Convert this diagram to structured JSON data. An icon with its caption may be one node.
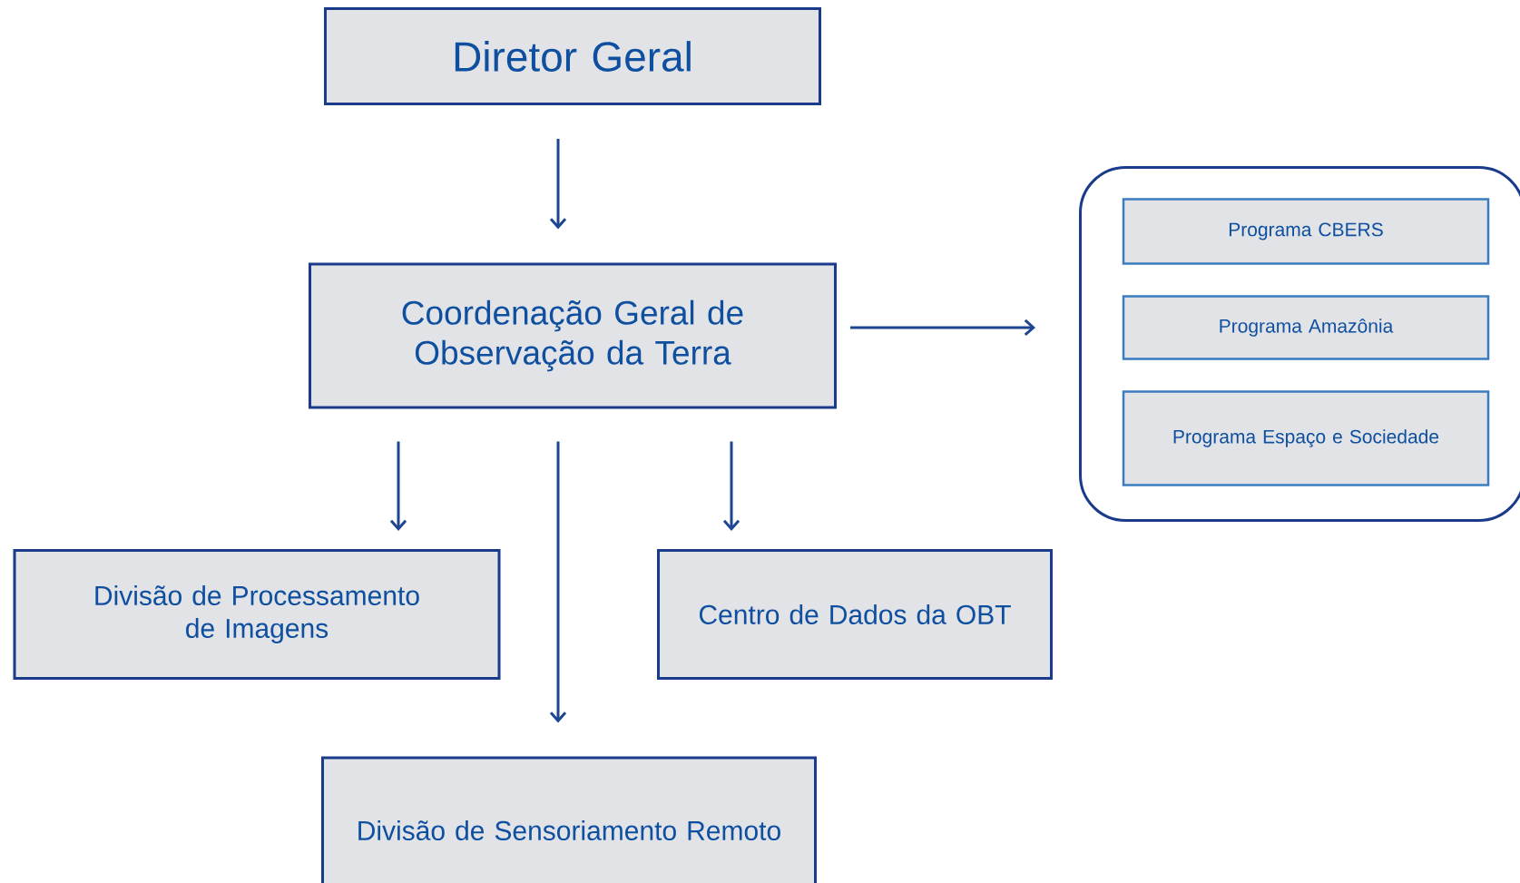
{
  "diagram": {
    "nodes": [
      {
        "text": [
          "Diretor Geral"
        ]
      },
      {
        "text": [
          "Coordenação Geral de Observação da Terra"
        ]
      },
      {
        "text": [
          "Divisão de Processamento de Imagens"
        ]
      },
      {
        "text": [
          "Centro de Dados da OBT"
        ]
      },
      {
        "text": [
          "Divisão de Sensoriamento Remoto"
        ]
      },
      {
        "text": [],
        "shape": "box"
      },
      {
        "text": [
          "Programa CBERS"
        ],
        "in": 5
      },
      {
        "text": [
          "Programa Amazônia"
        ],
        "in": 5
      },
      {
        "text": [
          "Programa Espaço e Sociedade"
        ],
        "in": 5
      }
    ],
    "edges": [
      {
        "from": 0,
        "to": 1,
        "arrow": "to"
      },
      {
        "from": 1,
        "to": 2,
        "arrow": "to"
      },
      {
        "from": 1,
        "to": 4,
        "arrow": "to"
      },
      {
        "from": 1,
        "to": 3,
        "arrow": "to"
      },
      {
        "from": 1,
        "to": 5,
        "arrow": "to"
      }
    ]
  }
}
